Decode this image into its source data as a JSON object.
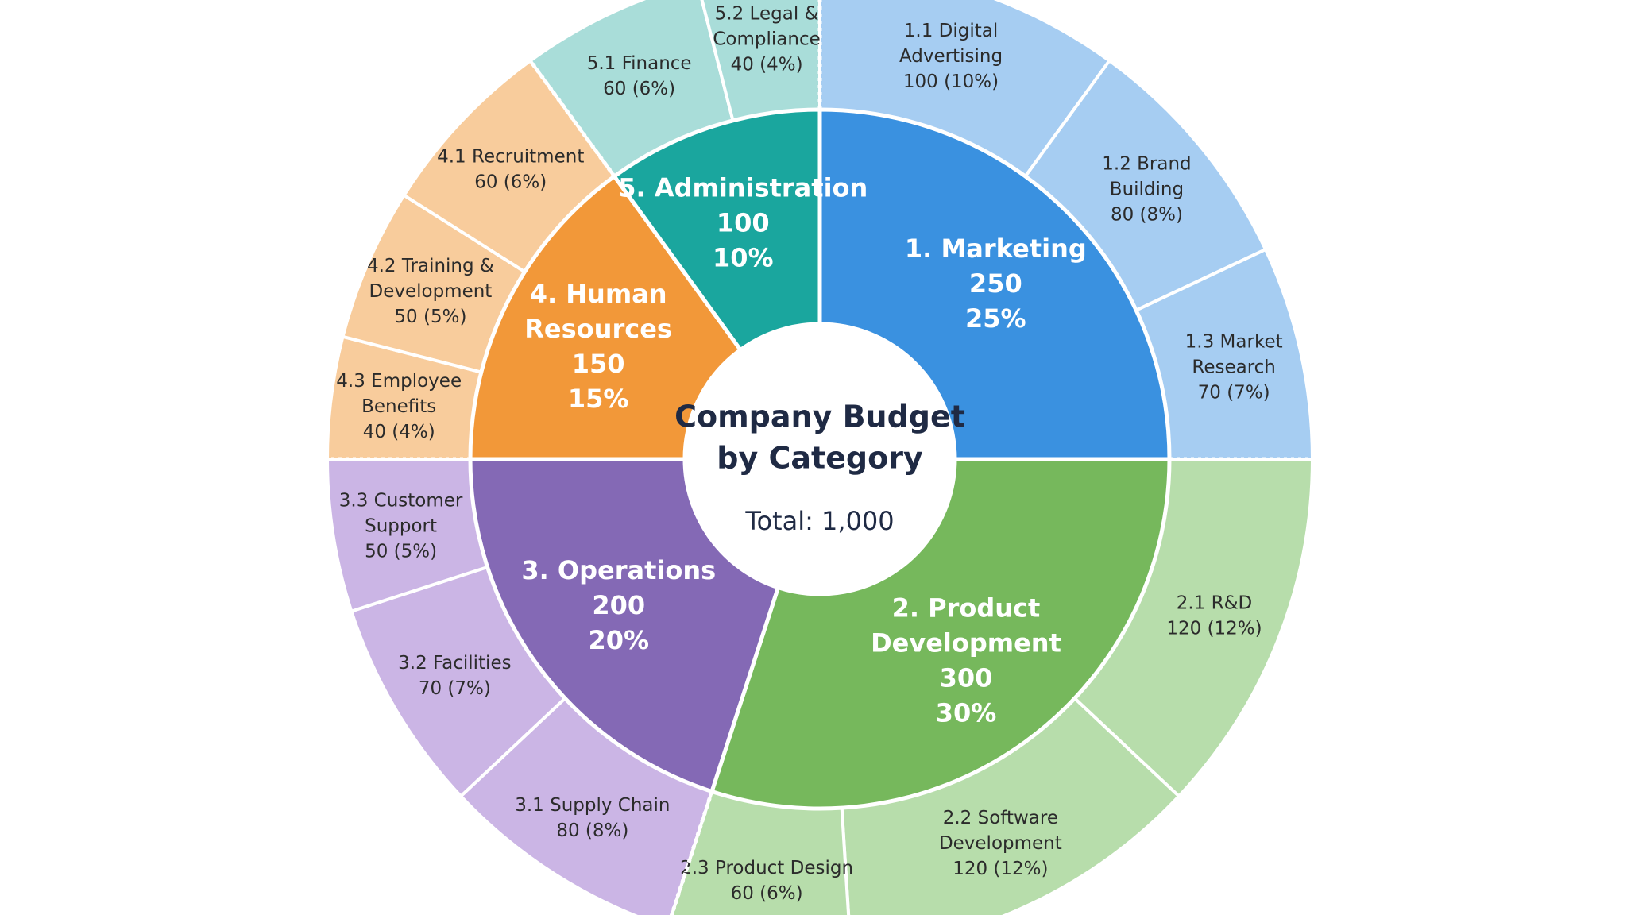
{
  "chart_data": {
    "type": "sunburst",
    "title": "Company Budget\nby Category",
    "total_label": "Total: 1,000",
    "categories": [
      {
        "label": "1. Marketing\n250\n25%",
        "value": 250,
        "color": "#3a91e0",
        "light_color": "#a6cdf2",
        "children": [
          {
            "label": "1.1 Digital\nAdvertising\n100 (10%)",
            "value": 100
          },
          {
            "label": "1.2 Brand\nBuilding\n80 (8%)",
            "value": 80
          },
          {
            "label": "1.3 Market\nResearch\n70 (7%)",
            "value": 70
          }
        ]
      },
      {
        "label": "2. Product\nDevelopment\n300\n30%",
        "value": 300,
        "color": "#76b85c",
        "light_color": "#b7ddab",
        "children": [
          {
            "label": "2.1 R&D\n120 (12%)",
            "value": 120
          },
          {
            "label": "2.2 Software\nDevelopment\n120 (12%)",
            "value": 120
          },
          {
            "label": "2.3 Product Design\n60 (6%)",
            "value": 60
          }
        ]
      },
      {
        "label": "3. Operations\n200\n20%",
        "value": 200,
        "color": "#8469b5",
        "light_color": "#cbb5e5",
        "children": [
          {
            "label": "3.1 Supply Chain\n80 (8%)",
            "value": 80
          },
          {
            "label": "3.2 Facilities\n70 (7%)",
            "value": 70
          },
          {
            "label": "3.3 Customer\nSupport\n50 (5%)",
            "value": 50
          }
        ]
      },
      {
        "label": "4. Human\nResources\n150\n15%",
        "value": 150,
        "color": "#f29839",
        "light_color": "#f8cc9c",
        "children": [
          {
            "label": "4.3 Employee\nBenefits\n40 (4%)",
            "value": 40
          },
          {
            "label": "4.2 Training &\nDevelopment\n50 (5%)",
            "value": 50
          },
          {
            "label": "4.1 Recruitment\n60 (6%)",
            "value": 60
          }
        ]
      },
      {
        "label": "5. Administration\n100\n10%",
        "value": 100,
        "color": "#1aa69e",
        "light_color": "#a9ddd9",
        "children": [
          {
            "label": "5.1 Finance\n60 (6%)",
            "value": 60
          },
          {
            "label": "5.2 Legal &\nCompliance\n40 (4%)",
            "value": 40
          }
        ]
      }
    ]
  }
}
